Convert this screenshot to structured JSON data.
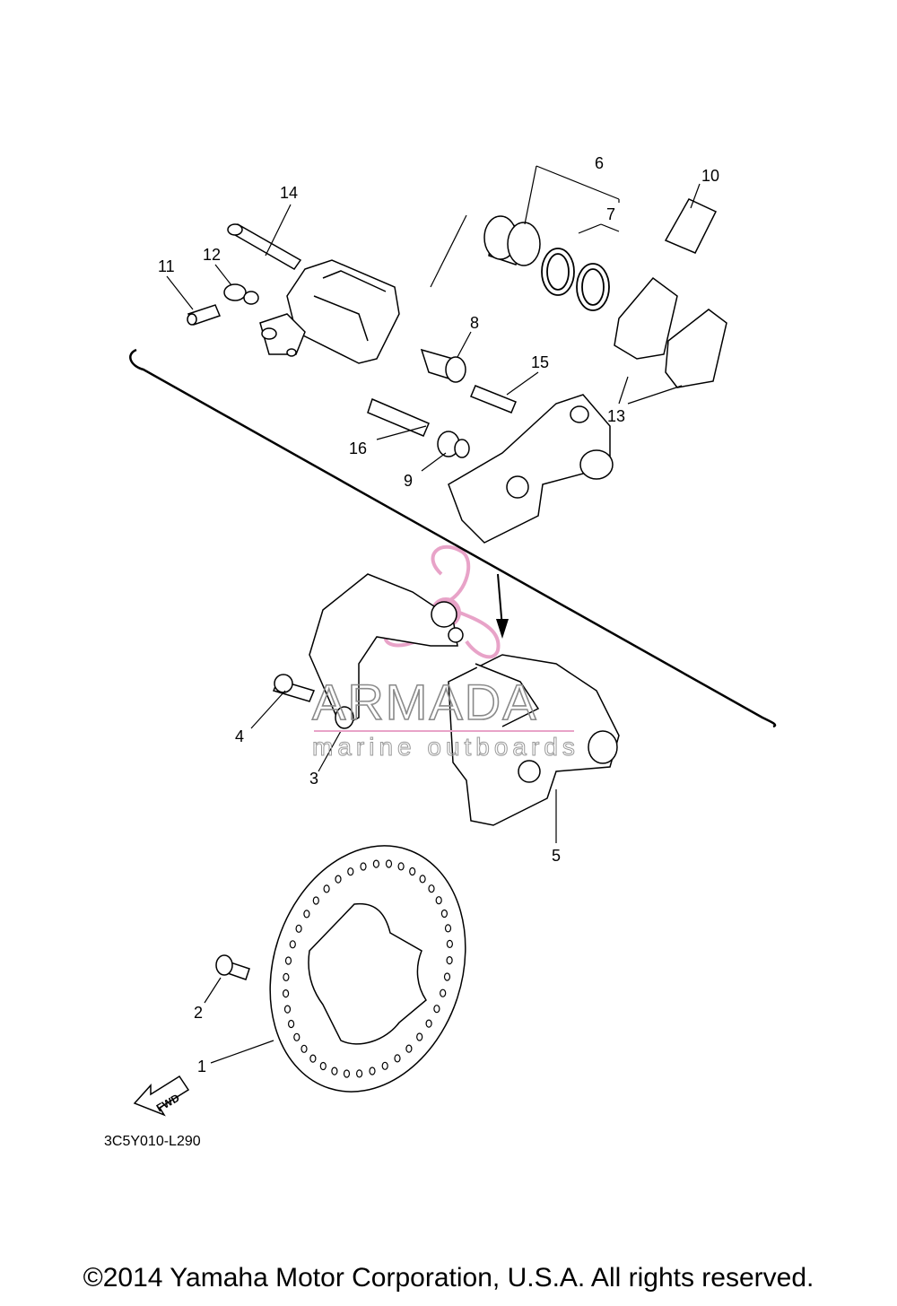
{
  "diagram": {
    "callouts": [
      "1",
      "2",
      "3",
      "4",
      "5",
      "6",
      "7",
      "8",
      "9",
      "10",
      "11",
      "12",
      "13",
      "14",
      "15",
      "16"
    ],
    "fwd_label": "FWD",
    "diagram_code": "3C5Y010-L290"
  },
  "watermark": {
    "title": "ARMADA",
    "subtitle": "marine outboards",
    "logo_color": "#e8a3c8"
  },
  "footer": {
    "copyright": "©2014 Yamaha Motor Corporation, U.S.A. All rights reserved."
  }
}
